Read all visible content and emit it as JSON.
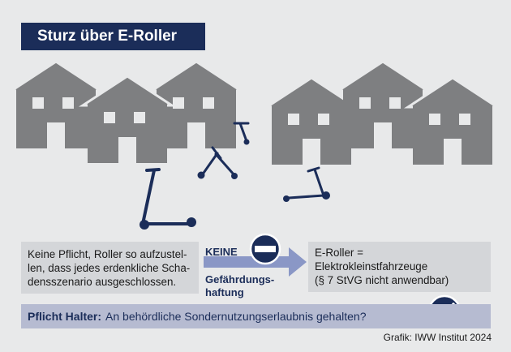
{
  "title": "Sturz über E-Roller",
  "left_box": {
    "line1": "Keine Pflicht, Roller so aufzustel-",
    "line2": "len, dass jedes erdenkliche Scha-",
    "line3": "densszenario ausgeschlossen."
  },
  "middle": {
    "keine": "KEINE",
    "gef_line1": "Gefährdungs-",
    "gef_line2": "haftung"
  },
  "right_box": {
    "line1": "E-Roller =",
    "line2": "Elektrokleinstfahrzeuge",
    "line3": "(§ 7 StVG nicht anwendbar)"
  },
  "halter": {
    "label": "Pflicht Halter:",
    "text": "An behördliche Sondernutzungserlaubnis gehalten?"
  },
  "credit": "Grafik: IWW Institut 2024",
  "colors": {
    "navy": "#1b2d59",
    "house": "#7e7f81",
    "box": "#d4d6d9",
    "halter_bar": "#b6bbd1",
    "arrow": "#8a97c6",
    "background": "#e8e9ea"
  },
  "icons": {
    "no_entry": "no-entry-icon",
    "check": "checkmark-icon",
    "scooter": "e-scooter-icon",
    "house": "house-icon"
  }
}
